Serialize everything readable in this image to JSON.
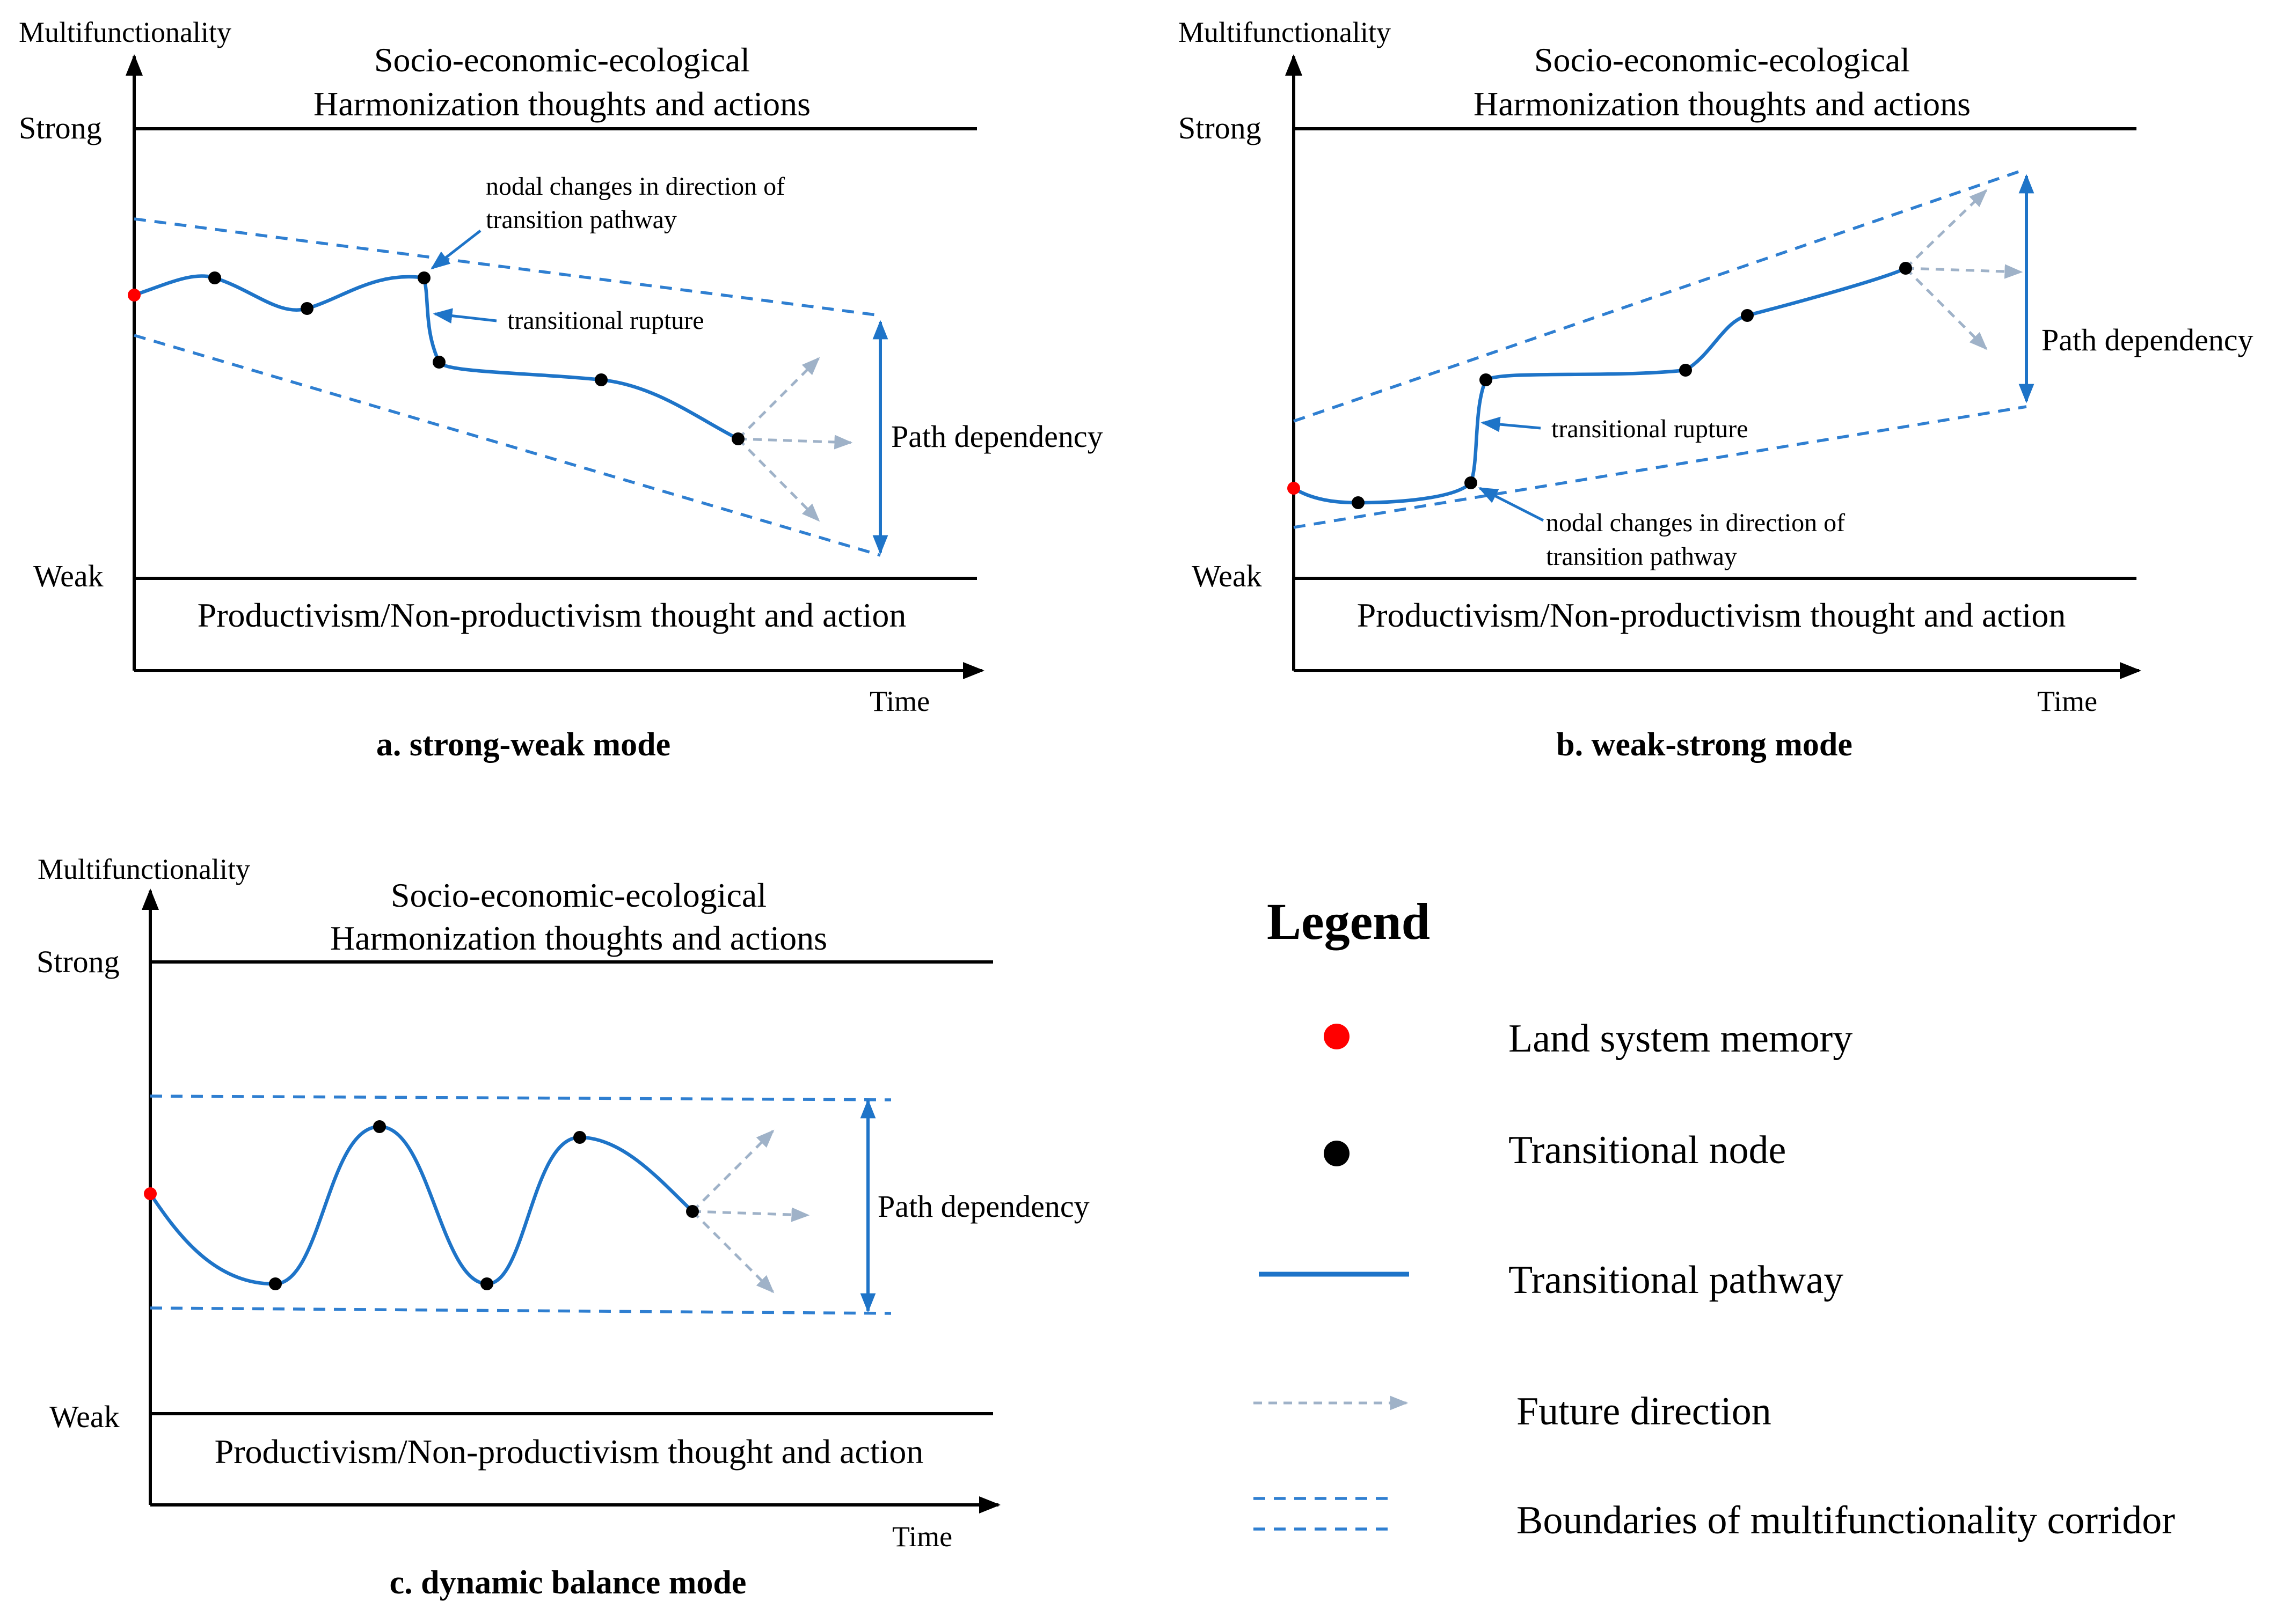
{
  "panels": {
    "a": {
      "y_axis_label": "Multifunctionality",
      "x_axis_label": "Time",
      "strong_label": "Strong",
      "weak_label": "Weak",
      "top_band_line1": "Socio-economic-ecological",
      "top_band_line2": "Harmonization thoughts and actions",
      "bottom_band": "Productivism/Non-productivism thought and action",
      "nodal_line1": "nodal changes in direction of",
      "nodal_line2": "transition pathway",
      "rupture": "transitional rupture",
      "path_dependency": "Path dependency",
      "caption": "a. strong-weak mode"
    },
    "b": {
      "y_axis_label": "Multifunctionality",
      "x_axis_label": "Time",
      "strong_label": "Strong",
      "weak_label": "Weak",
      "top_band_line1": "Socio-economic-ecological",
      "top_band_line2": "Harmonization thoughts and actions",
      "bottom_band": "Productivism/Non-productivism thought and action",
      "nodal_line1": "nodal changes in direction of",
      "nodal_line2": "transition pathway",
      "rupture": "transitional rupture",
      "path_dependency": "Path dependency",
      "caption": "b. weak-strong mode"
    },
    "c": {
      "y_axis_label": "Multifunctionality",
      "x_axis_label": "Time",
      "strong_label": "Strong",
      "weak_label": "Weak",
      "top_band_line1": "Socio-economic-ecological",
      "top_band_line2": "Harmonization thoughts and actions",
      "bottom_band": "Productivism/Non-productivism thought and action",
      "path_dependency": "Path dependency",
      "caption": "c. dynamic balance mode"
    }
  },
  "legend": {
    "title": "Legend",
    "items": [
      {
        "label": "Land system memory",
        "symbol": "red-dot"
      },
      {
        "label": "Transitional node",
        "symbol": "black-dot"
      },
      {
        "label": "Transitional pathway",
        "symbol": "solid-blue-line"
      },
      {
        "label": "Future direction",
        "symbol": "dashed-grey-arrow"
      },
      {
        "label": "Boundaries of multifunctionality corridor",
        "symbol": "double-dashed-blue-line"
      }
    ]
  },
  "colors": {
    "memory": "#ff0000",
    "node": "#000000",
    "pathway": "#1e74c8",
    "corridor": "#2f7fd1",
    "future": "#9fb2c8"
  }
}
